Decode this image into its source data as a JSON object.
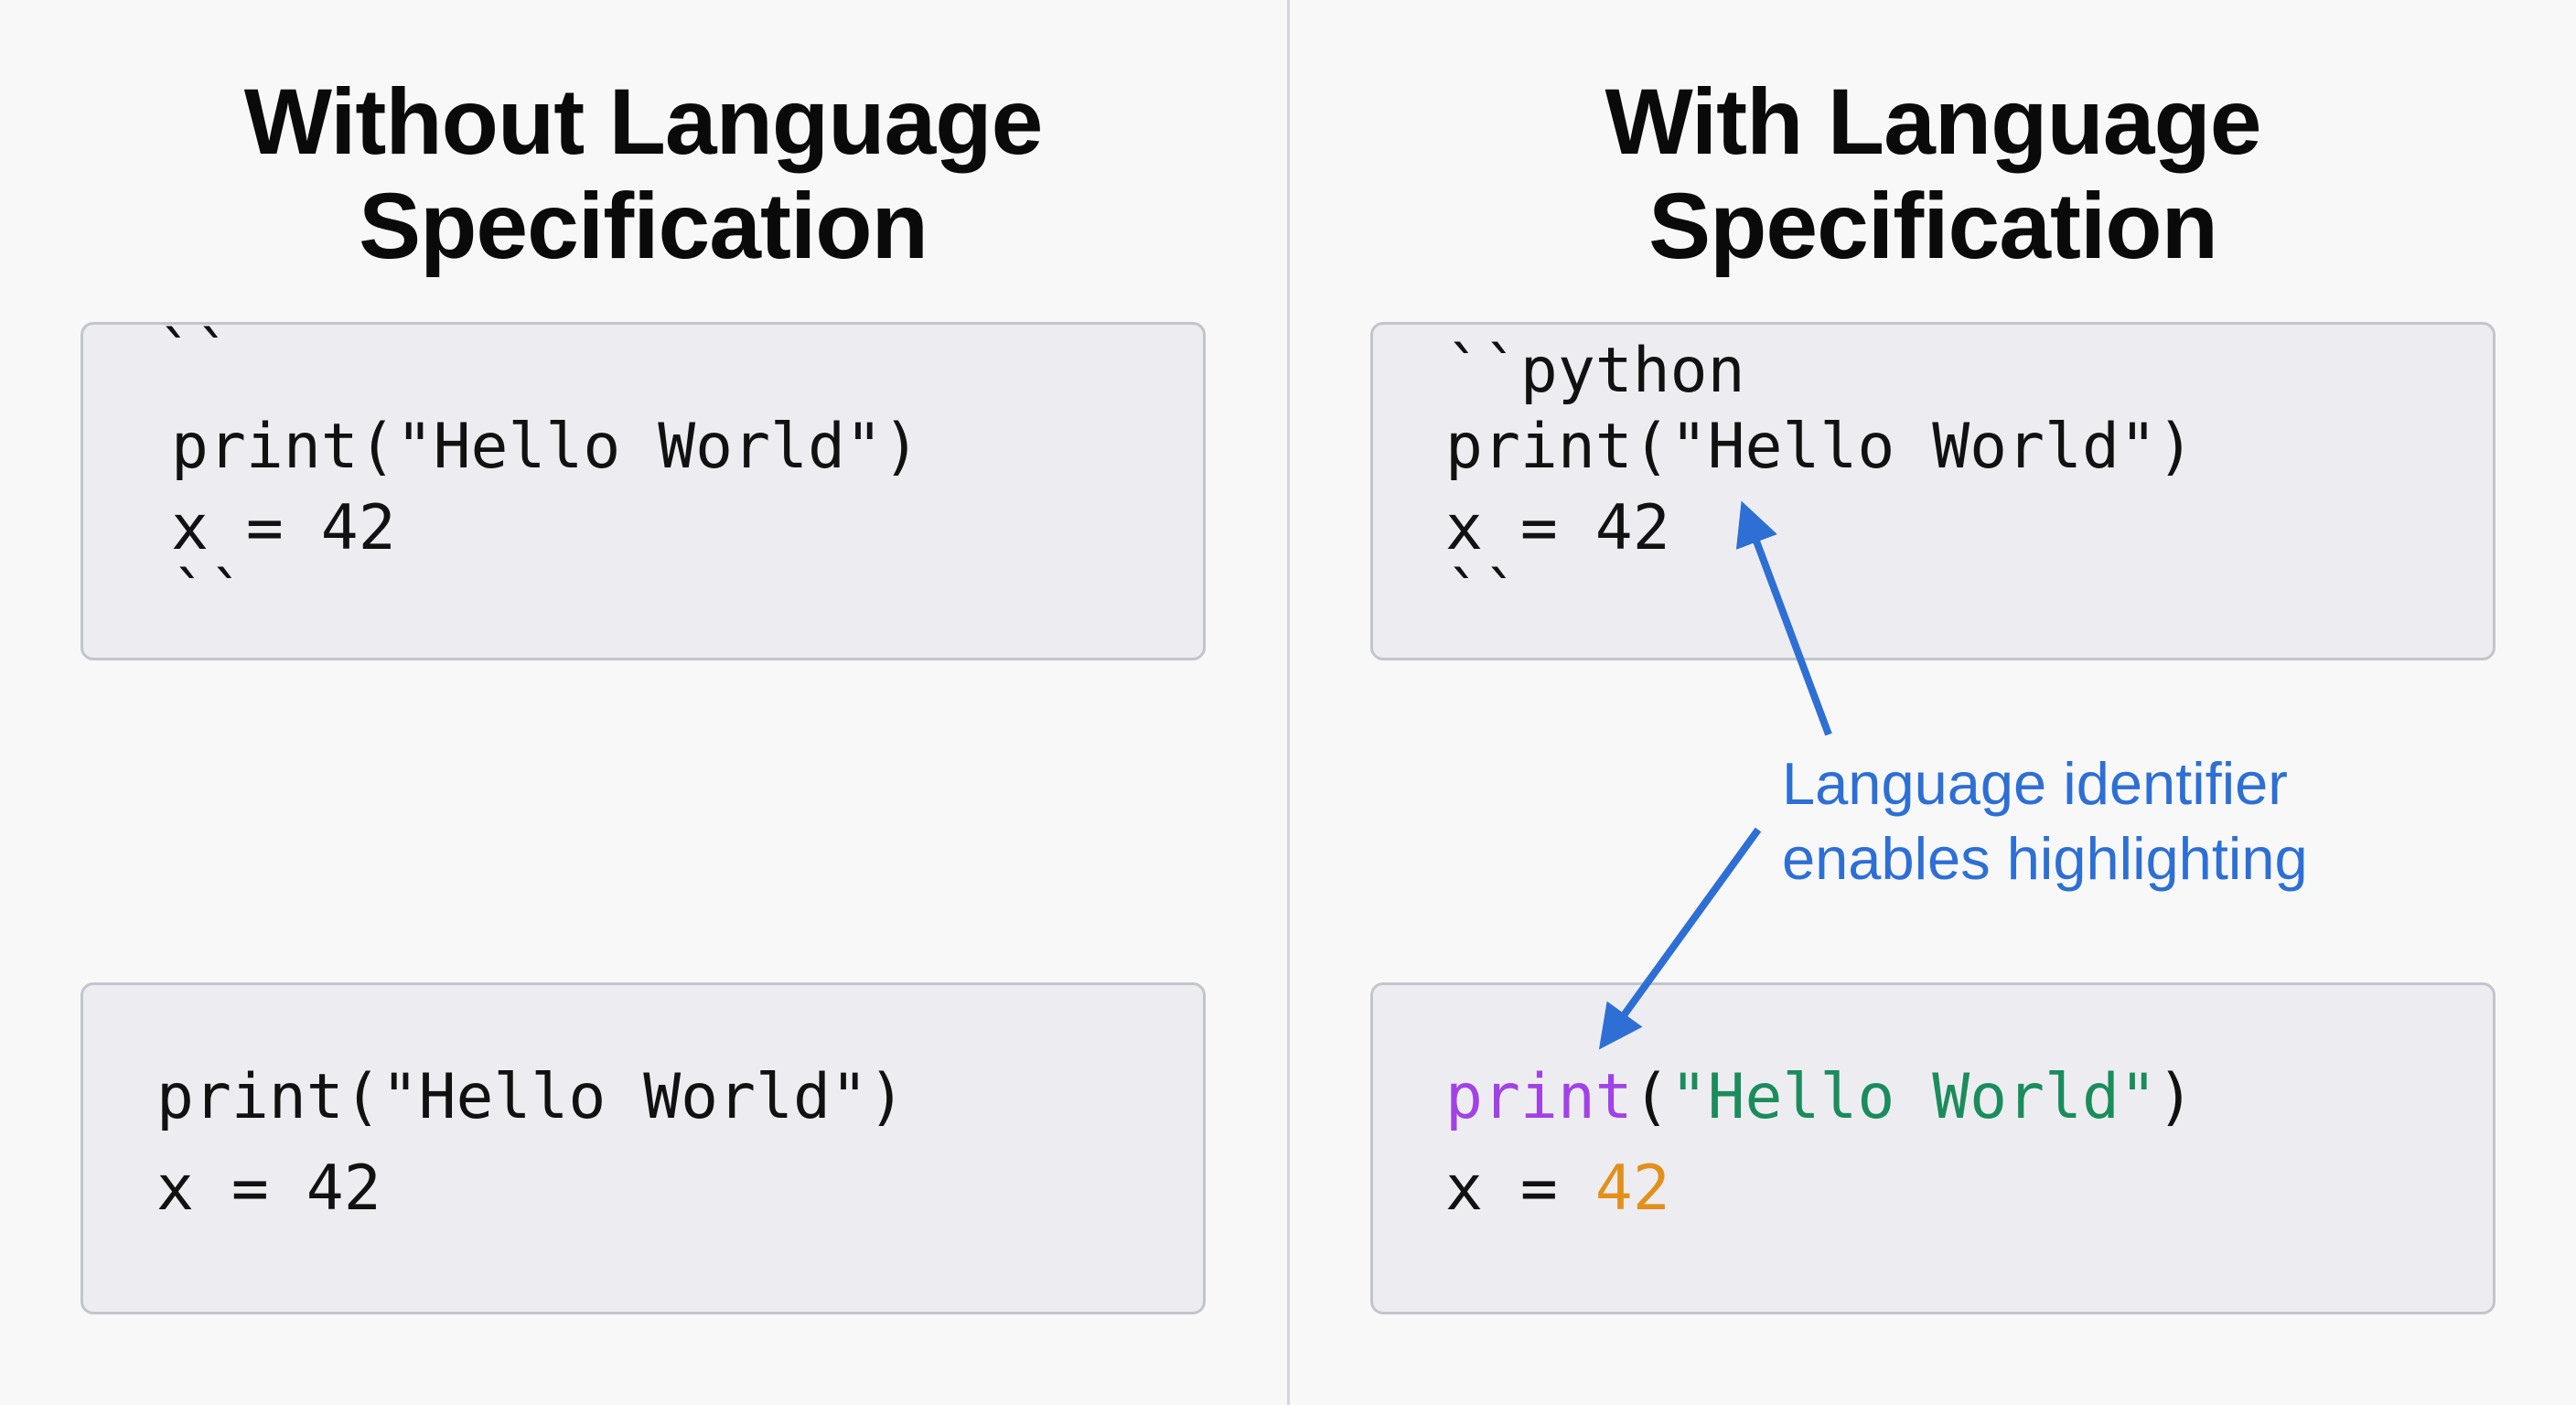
{
  "left": {
    "title_line1": "Without Language",
    "title_line2": "Specification",
    "top_block": {
      "open_fence": "``",
      "line1": "print(\"Hello World\")",
      "line2": "x = 42",
      "close_fence": "``"
    },
    "bottom_block": {
      "line1": "print(\"Hello World\")",
      "line2": "x = 42"
    }
  },
  "right": {
    "title_line1": "With Language",
    "title_line2": "Specification",
    "top_block": {
      "open_fence": "``python",
      "line1": "print(\"Hello World\")",
      "line2": "x = 42",
      "close_fence": "``"
    },
    "bottom_block": {
      "kw": "print",
      "paren_open": "(",
      "str": "\"Hello World\"",
      "paren_close": ")",
      "assign": "x = ",
      "num": "42"
    }
  },
  "annotation": {
    "line1": "Language identifier",
    "line2": "enables highlighting"
  },
  "colors": {
    "keyword": "#a142e6",
    "string": "#1b8c5c",
    "number": "#e2901c",
    "annotation": "#2d6fd4"
  }
}
